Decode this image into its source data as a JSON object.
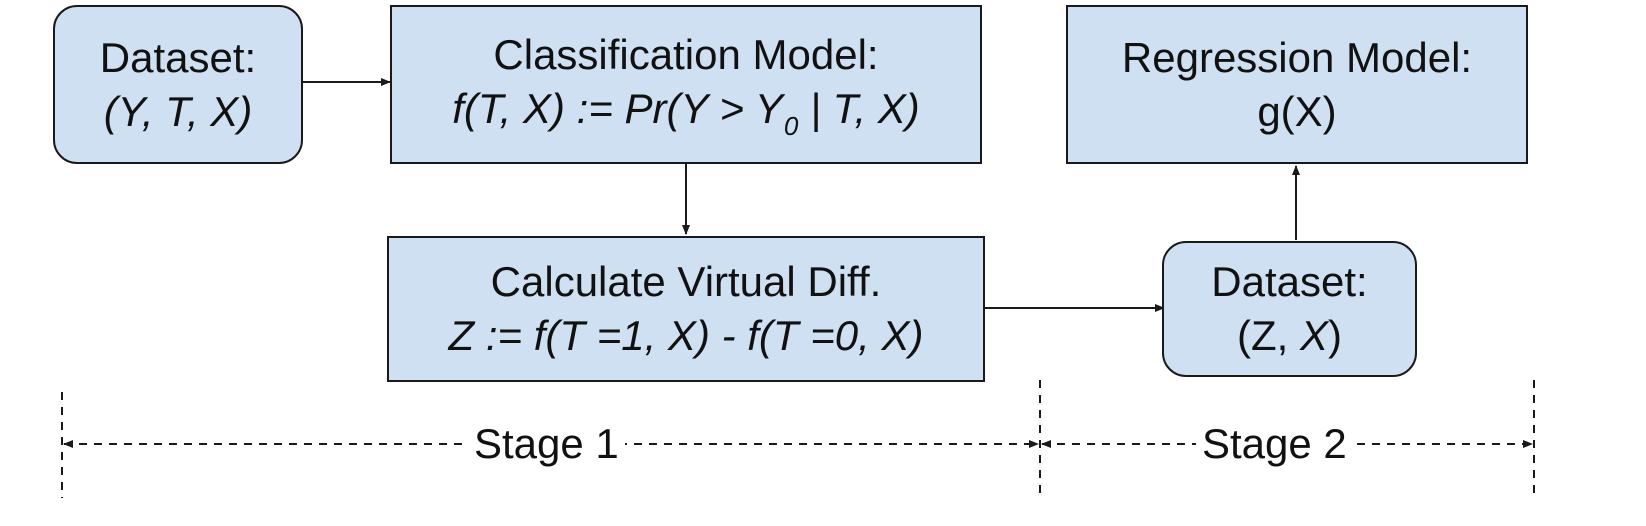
{
  "nodes": {
    "dataset_input": {
      "title": "Dataset:",
      "vars": "(Y, T, X)"
    },
    "classification_model": {
      "title": "Classification Model:",
      "formula_prefix": "f(T, X) := Pr(Y > Y",
      "formula_subscript": "0",
      "formula_suffix": " | T, X)"
    },
    "calc_virtual_diff": {
      "title": "Calculate Virtual Diff.",
      "formula": "Z := f(T =1, X) - f(T =0, X)"
    },
    "dataset_stage2": {
      "title": "Dataset:",
      "vars_open": "(Z, ",
      "vars_x": "X",
      "vars_close": ")"
    },
    "regression_model": {
      "title": "Regression Model:",
      "formula": "g(X)"
    }
  },
  "stages": {
    "stage1": "Stage 1",
    "stage2": "Stage 2"
  },
  "colors": {
    "box_fill": "#cfe0f3",
    "box_border": "#1a1a1a",
    "line": "#1a1a1a"
  }
}
